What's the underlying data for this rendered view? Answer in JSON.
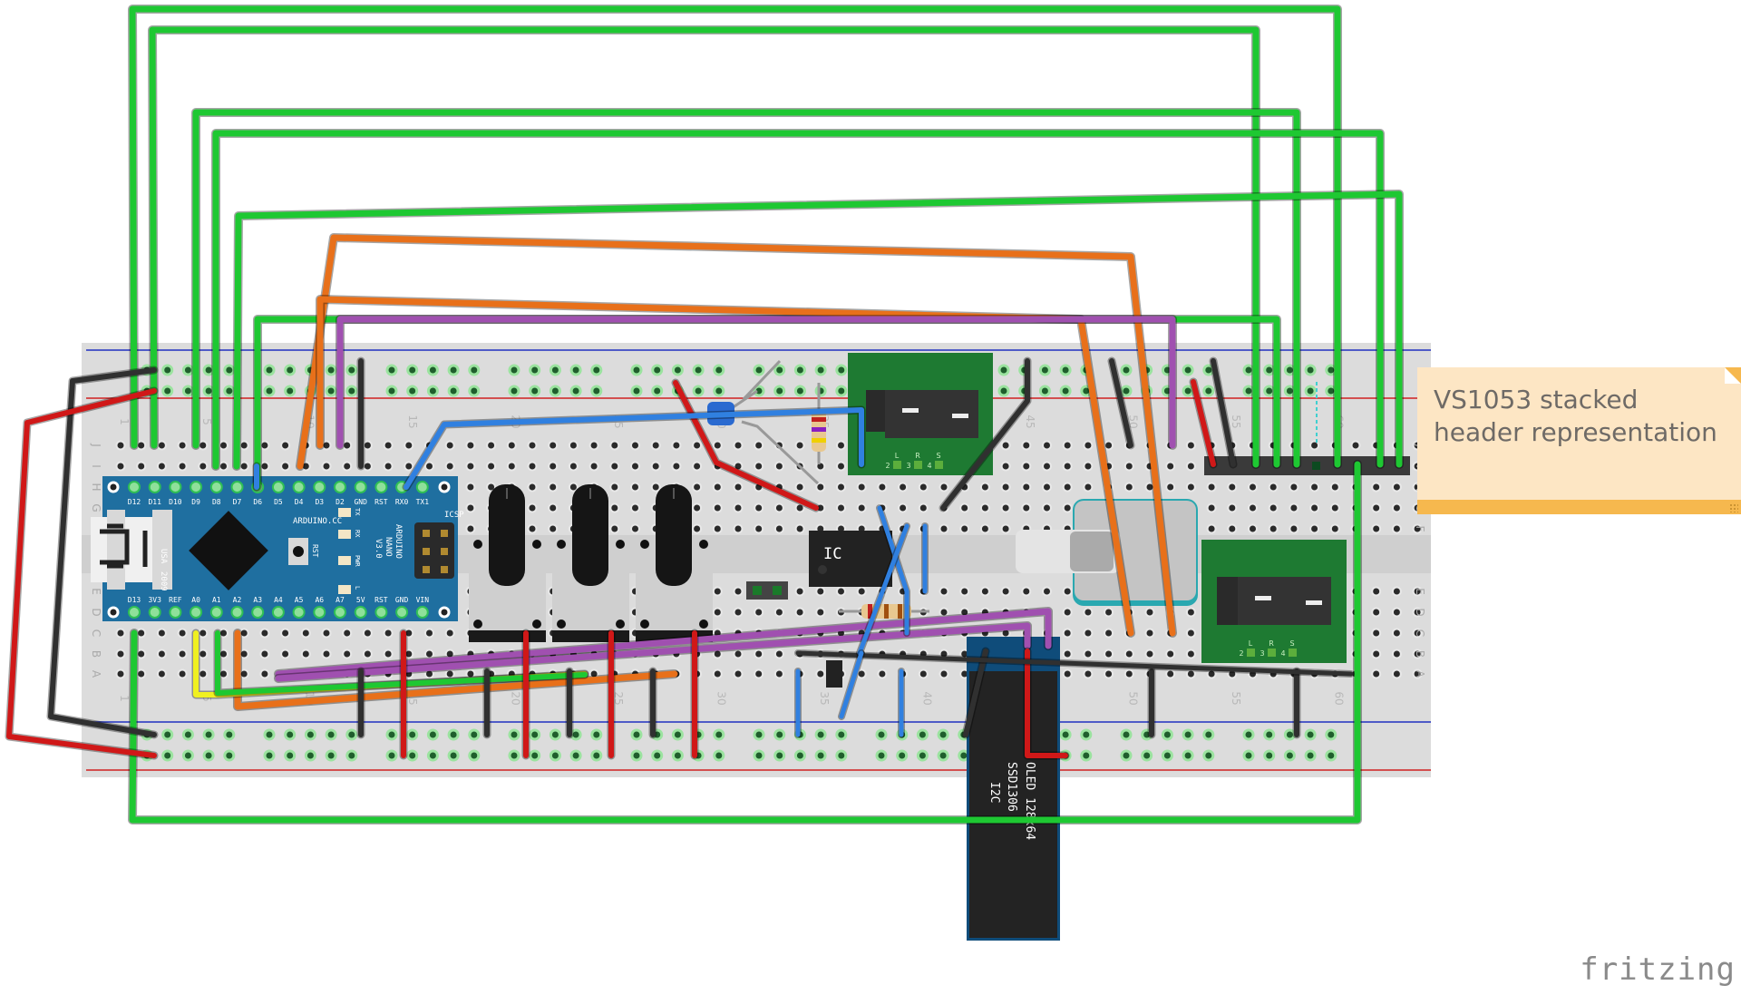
{
  "app": {
    "brand": "fritzing"
  },
  "note": {
    "text": "VS1053 stacked header representation"
  },
  "breadboard": {
    "row_letters_top": [
      "J",
      "I",
      "H",
      "G",
      "F"
    ],
    "row_letters_bottom": [
      "E",
      "D",
      "C",
      "B",
      "A"
    ],
    "column_labels": [
      "1",
      "5",
      "10",
      "15",
      "20",
      "25",
      "30",
      "35",
      "40",
      "45",
      "50",
      "55",
      "60"
    ]
  },
  "arduino": {
    "name_lines": [
      "ARDUINO",
      "NANO",
      "V3.0"
    ],
    "site": "ARDUINO.CC",
    "usa": "USA",
    "year": "2009",
    "icsp": "ICSP",
    "rst": "RST",
    "leds": [
      "TX",
      "RX",
      "PWR",
      "L"
    ],
    "top_pins": [
      "D12",
      "D11",
      "D10",
      "D9",
      "D8",
      "D7",
      "D6",
      "D5",
      "D4",
      "D3",
      "D2",
      "GND",
      "RST",
      "RX0",
      "TX1"
    ],
    "bottom_pins": [
      "D13",
      "3V3",
      "REF",
      "A0",
      "A1",
      "A2",
      "A3",
      "A4",
      "A5",
      "A6",
      "A7",
      "5V",
      "RST",
      "GND",
      "VIN"
    ]
  },
  "ic": {
    "label": "IC"
  },
  "oled": {
    "lines": [
      "OLED 128x64",
      "SSD1306",
      "I2C"
    ]
  },
  "audio_jack": {
    "pin_labels": [
      "L",
      "R",
      "S"
    ],
    "pin_numbers": [
      "2",
      "3",
      "4"
    ]
  },
  "colors": {
    "wire_green": "#1ec832",
    "wire_orange": "#e8701a",
    "wire_purple": "#a050b0",
    "wire_red": "#d01818",
    "wire_black": "#303030",
    "wire_blue": "#3080e0",
    "wire_yellow": "#f0f020",
    "breadboard": "#dcdcdc",
    "arduino_board": "#1f6fa0",
    "jack_pcb": "#1e7a32",
    "note_bg": "#fde6c4",
    "note_bar": "#f6b84e"
  }
}
